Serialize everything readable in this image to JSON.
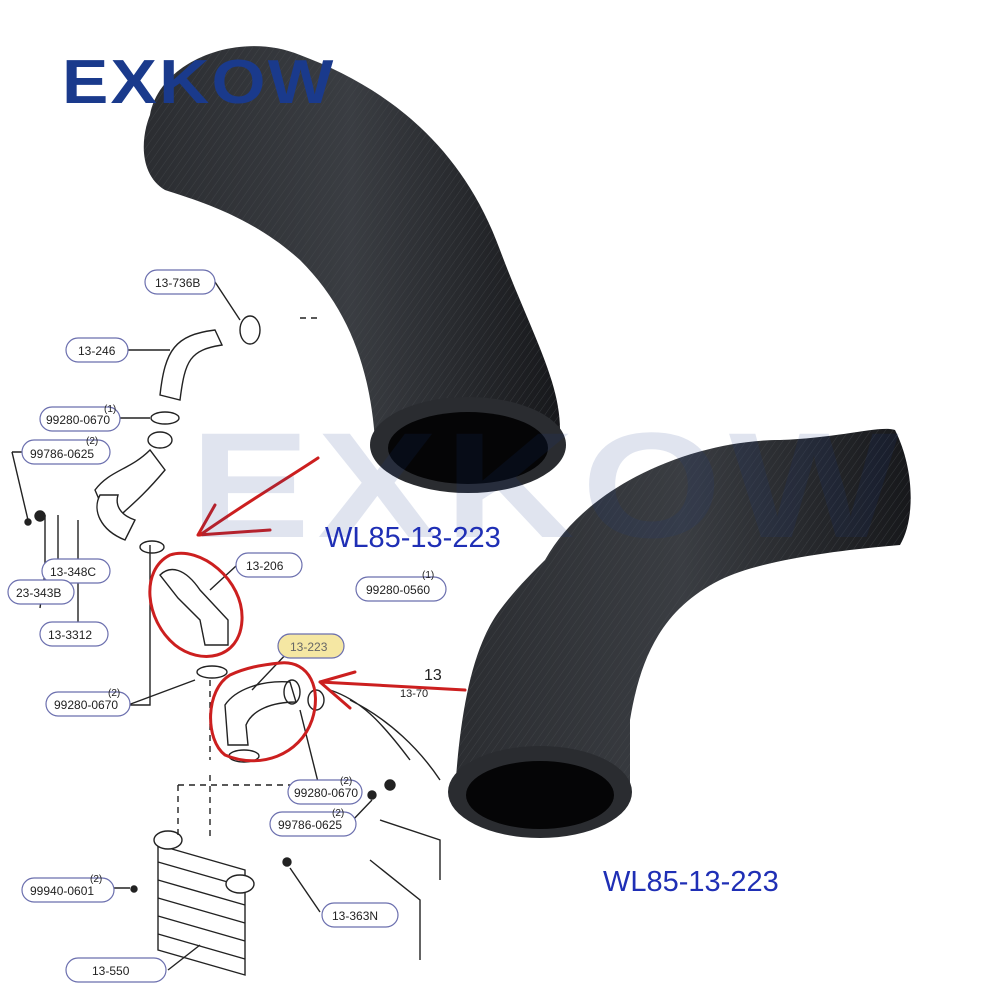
{
  "brand": {
    "name": "EXKOW",
    "color": "#1a3a8c"
  },
  "watermark": {
    "text": "EXKOW",
    "color": "#1a3a8c"
  },
  "product": {
    "part_number_upper": "WL85-13-223",
    "part_number_lower": "WL85-13-223",
    "label_color": "#1f2fb5"
  },
  "diagram": {
    "callouts": {
      "c1": "13-736B",
      "c2": "13-246",
      "c3": "99280-0670",
      "c3q": "(1)",
      "c4": "99786-0625",
      "c4q": "(2)",
      "c5": "13-348C",
      "c6": "23-343B",
      "c7": "13-3312",
      "c8": "13-206",
      "c9": "99280-0560",
      "c9q": "(1)",
      "c10": "13-223",
      "c11": "99280-0670",
      "c11q": "(2)",
      "c12": "99280-0670",
      "c12q": "(2)",
      "c13": "99786-0625",
      "c13q": "(2)",
      "c14": "99940-0601",
      "c14q": "(2)",
      "c15": "13-363N",
      "c16": "13-550",
      "c17": "13",
      "c18": "13-70"
    },
    "highlight_color": "#cc1f1f",
    "callout_highlight_color": "#f5e7a3"
  },
  "hose_color": "#1e2024"
}
